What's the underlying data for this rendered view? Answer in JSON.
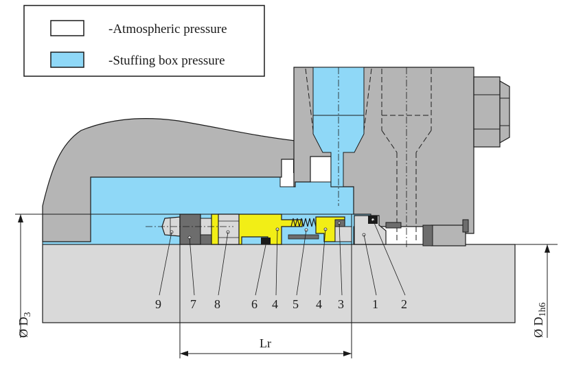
{
  "legend": {
    "items": [
      {
        "label": "-Atmospheric pressure",
        "swatch_color": "#ffffff"
      },
      {
        "label": "-Stuffing box pressure",
        "swatch_color": "#8fd8f7"
      }
    ]
  },
  "colors": {
    "housing_gray": "#b5b5b5",
    "shaft_gray": "#d9d9d9",
    "pressure_blue": "#8fd8f7",
    "seal_yellow": "#f2ee16",
    "dark_gray": "#6d6d6d",
    "black": "#1a1a1a"
  },
  "parts": [
    {
      "number": "9"
    },
    {
      "number": "7"
    },
    {
      "number": "8"
    },
    {
      "number": "6"
    },
    {
      "number": "4"
    },
    {
      "number": "5"
    },
    {
      "number": "4"
    },
    {
      "number": "3"
    },
    {
      "number": "1"
    },
    {
      "number": "2"
    }
  ],
  "dimensions": {
    "d3": "Ø D",
    "d3_sub": "3",
    "d1": "Ø D",
    "d1_sub": "1h6",
    "lr": "Lr"
  }
}
